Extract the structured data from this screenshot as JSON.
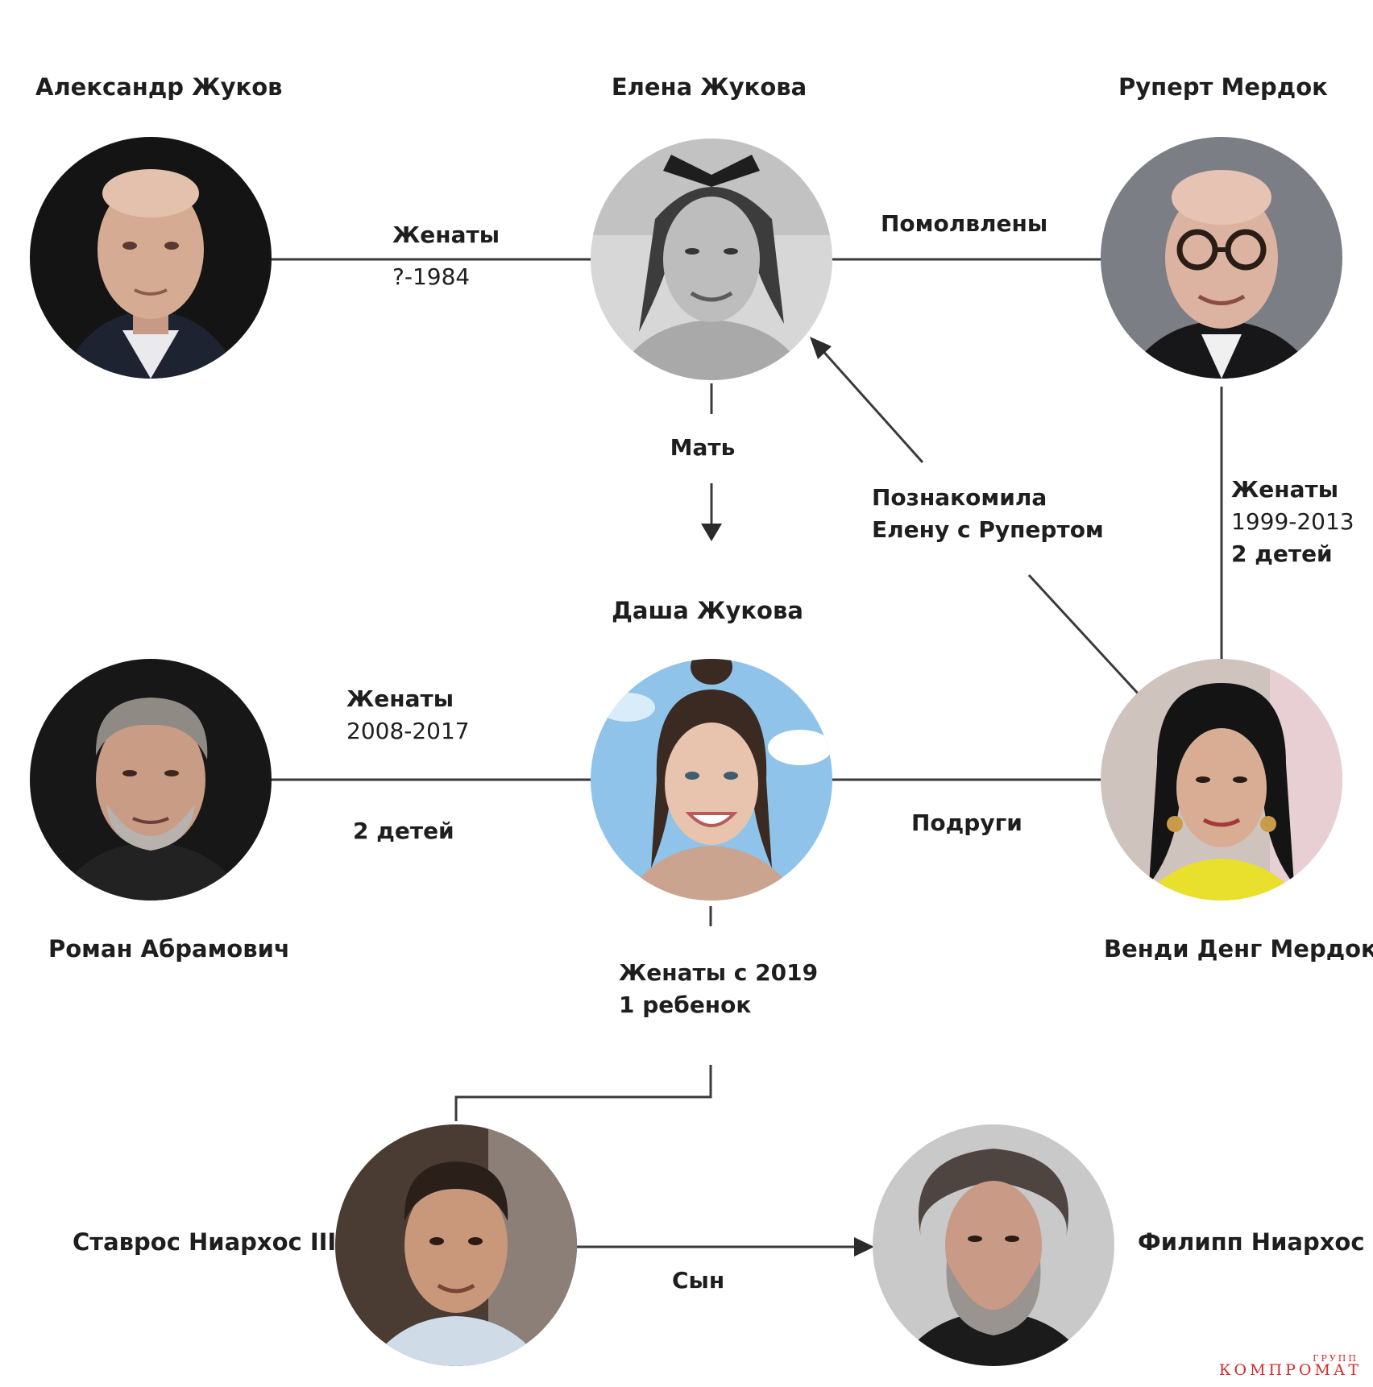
{
  "people": {
    "zhukov_aleksandr": "Александр Жуков",
    "zhukova_elena": "Елена Жукова",
    "murdoch_rupert": "Руперт Мердок",
    "zhukova_dasha": "Даша Жукова",
    "abramovich_roman": "Роман Абрамович",
    "deng_murdoch_wendi": "Венди Денг Мердок",
    "niarchos_stavros": "Ставрос Ниархос III",
    "niarchos_philip": "Филипп Ниархос"
  },
  "relations": {
    "aleksandr_elena": {
      "line1": "Женаты",
      "line2": "?-1984"
    },
    "elena_rupert": "Помолвлены",
    "elena_dasha": "Мать",
    "wendi_elena": {
      "line1": "Познакомила",
      "line2": "Елену с Рупертом"
    },
    "rupert_wendi": {
      "line1": "Женаты",
      "line2": "1999-2013",
      "line3": "2 детей"
    },
    "roman_dasha": {
      "line1": "Женаты",
      "line2": "2008-2017",
      "line3": "2 детей"
    },
    "dasha_wendi": "Подруги",
    "dasha_stavros": {
      "line1": "Женаты с 2019",
      "line2": "1 ребенок"
    },
    "stavros_philip": "Сын"
  },
  "watermark": {
    "small": "ГРУПП",
    "main": "КОМПРОМАТ"
  }
}
